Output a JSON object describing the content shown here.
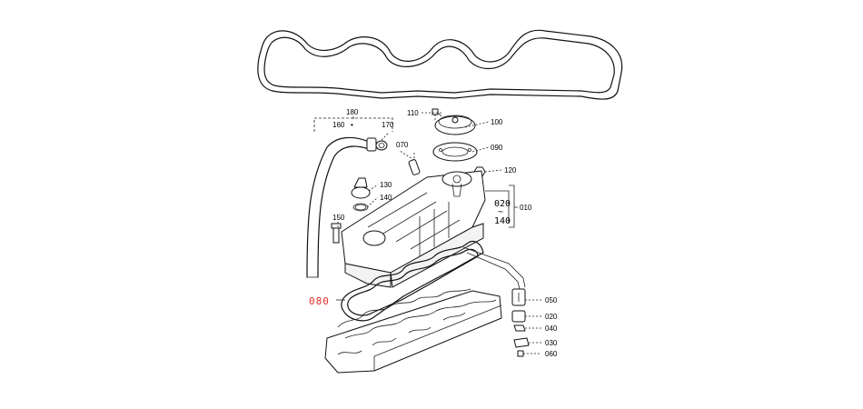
{
  "parts": {
    "p180": "180",
    "p160": "160",
    "p170": "170",
    "p110": "110",
    "p100": "100",
    "p070": "070",
    "p090": "090",
    "p120": "120",
    "p130": "130",
    "p140": "140",
    "p150": "150",
    "p010": "010",
    "p020_range_start": "020",
    "p020_range_end": "140",
    "p050": "050",
    "p020": "020",
    "p040": "040",
    "p030": "030",
    "p060": "060",
    "p080": "080"
  },
  "colors": {
    "highlight": "#e0302a",
    "line": "#111111"
  }
}
